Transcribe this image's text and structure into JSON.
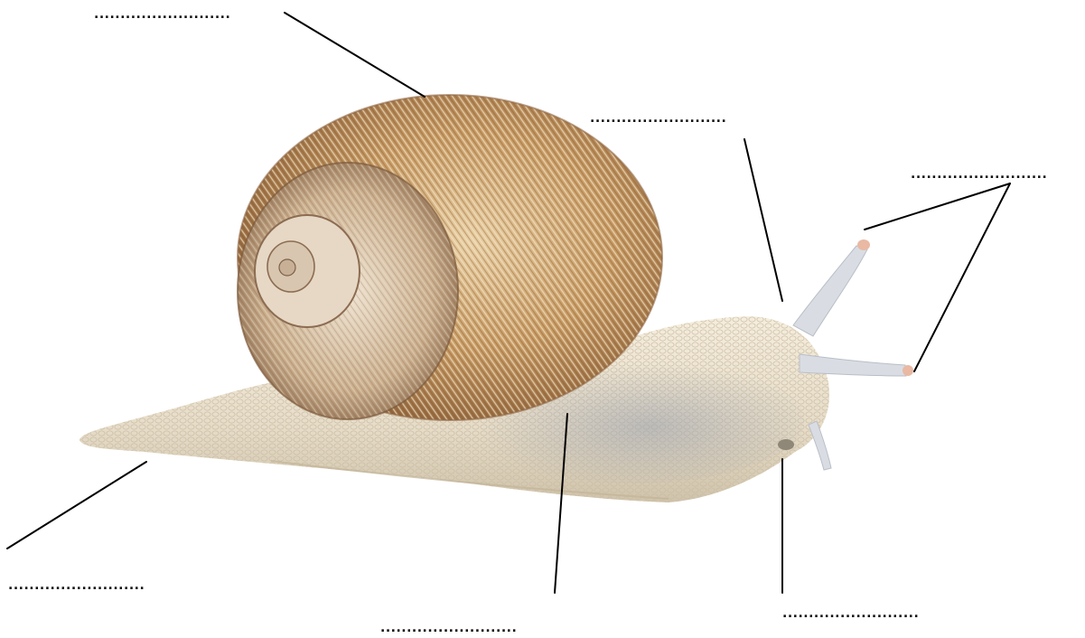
{
  "diagram": {
    "blank_labels": [
      {
        "id": "shell",
        "text": ".........................."
      },
      {
        "id": "tentacle-base",
        "text": ".........................."
      },
      {
        "id": "eye-tentacles",
        "text": ".........................."
      },
      {
        "id": "tail",
        "text": ".........................."
      },
      {
        "id": "foot",
        "text": ".........................."
      },
      {
        "id": "mouth",
        "text": ".........................."
      }
    ]
  },
  "colors": {
    "shell_light": "#e8cfa6",
    "shell_mid": "#c49a63",
    "shell_dark": "#8a6039",
    "body_light": "#f3ead9",
    "body_mid": "#ddd0bb",
    "body_shadow": "#a8adb8",
    "leader_line": "#000000"
  }
}
